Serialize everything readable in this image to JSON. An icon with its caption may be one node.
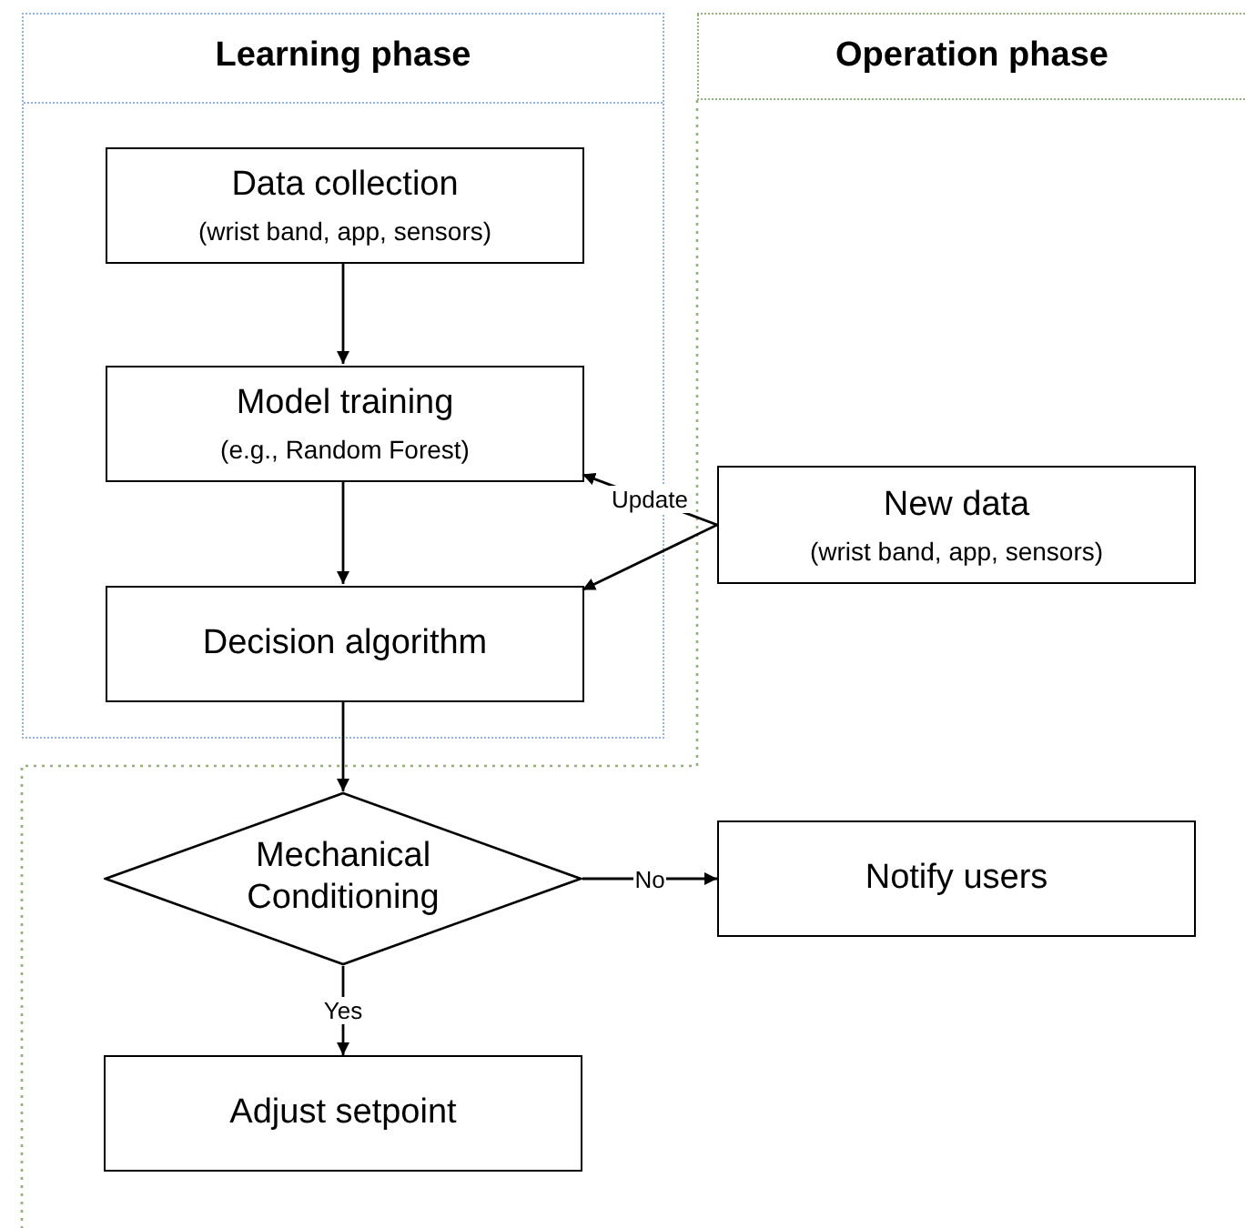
{
  "diagram": {
    "nodes": [
      {
        "text": [
          "Learning phase"
        ]
      },
      {
        "text": [
          "Operation phase"
        ]
      },
      {
        "text": [
          "Data collection",
          "(wrist band, app, sensors)"
        ],
        "in": 0
      },
      {
        "text": [
          "Model training",
          "(e.g., Random Forest)"
        ],
        "in": 0
      },
      {
        "text": [
          "Decision algorithm"
        ],
        "in": 0
      },
      {
        "text": [
          "New data",
          "(wrist band, app, sensors)"
        ]
      },
      {
        "text": [
          "Mechanical Conditioning"
        ]
      },
      {
        "text": [
          "Notify users"
        ]
      },
      {
        "text": [
          "Adjust setpoint"
        ]
      }
    ],
    "edges": [
      {
        "from": 2,
        "to": 3,
        "arrow": "to"
      },
      {
        "from": 3,
        "to": 4,
        "arrow": "to"
      },
      {
        "from": 5,
        "to": 3,
        "arrow": "to",
        "label": "Update"
      },
      {
        "from": 5,
        "to": 4,
        "arrow": "to"
      },
      {
        "from": 4,
        "to": 6,
        "arrow": "to"
      },
      {
        "from": 6,
        "to": 7,
        "arrow": "to",
        "label": "No"
      },
      {
        "from": 6,
        "to": 8,
        "arrow": "to",
        "label": "Yes"
      }
    ]
  }
}
